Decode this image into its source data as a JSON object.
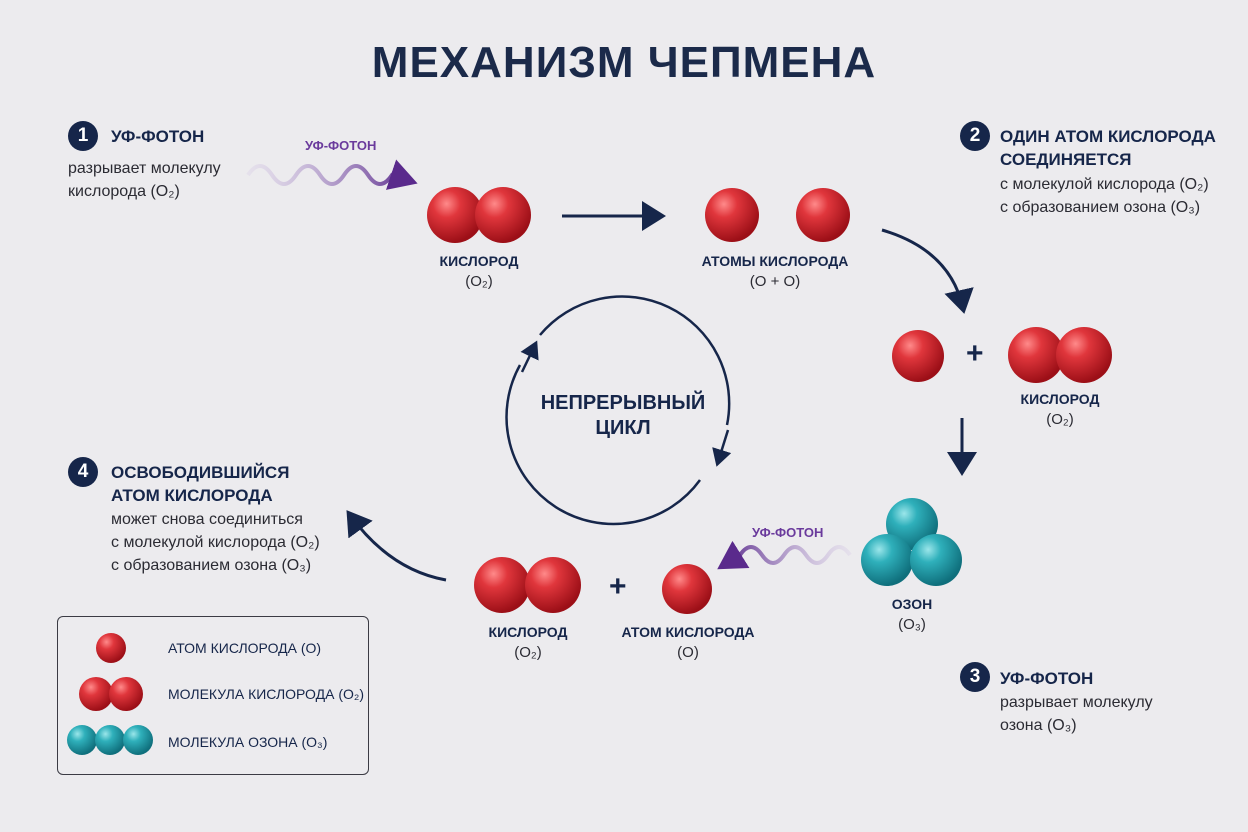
{
  "title": "МЕХАНИЗМ ЧЕПМЕНА",
  "steps": [
    {
      "num": "1",
      "heading": "УФ-ФОТОН",
      "text1": "разрывает молекулу",
      "text2": "кислорода (O₂)"
    },
    {
      "num": "2",
      "heading1": "ОДИН АТОМ КИСЛОРОДА",
      "heading2": "СОЕДИНЯЕТСЯ",
      "text1": "с молекулой кислорода (O₂)",
      "text2": "с образованием озона (O₃)"
    },
    {
      "num": "3",
      "heading": "УФ-ФОТОН",
      "text1": "разрывает молекулу",
      "text2": "озона (O₃)"
    },
    {
      "num": "4",
      "heading1": "ОСВОБОДИВШИЙСЯ",
      "heading2": "АТОМ КИСЛОРОДА",
      "text1": "может снова соединиться",
      "text2": "с молекулой кислорода (O₂)",
      "text3": "с образованием озона (O₃)"
    }
  ],
  "photon_label": "УФ-ФОТОН",
  "molecules": {
    "o2_top": {
      "name": "КИСЛОРОД",
      "formula": "(O₂)"
    },
    "atoms_top": {
      "name": "АТОМЫ КИСЛОРОДА",
      "formula": "(O + O)"
    },
    "o2_right": {
      "name": "КИСЛОРОД",
      "formula": "(O₂)"
    },
    "ozone": {
      "name": "ОЗОН",
      "formula": "(O₃)"
    },
    "o2_bottom": {
      "name": "КИСЛОРОД",
      "formula": "(O₂)"
    },
    "atom_bottom": {
      "name": "АТОМ КИСЛОРОДА",
      "formula": "(O)"
    }
  },
  "plus": "+",
  "cycle": {
    "line1": "НЕПРЕРЫВНЫЙ",
    "line2": "ЦИКЛ"
  },
  "legend": {
    "atom": "АТОМ КИСЛОРОДА (O)",
    "o2": "МОЛЕКУЛА КИСЛОРОДА (O₂)",
    "o3": "МОЛЕКУЛА ОЗОНА (O₃)"
  },
  "colors": {
    "oxygen": "#d8262e",
    "ozone": "#2aa7b3",
    "navy": "#16264a",
    "photon": "#6a3a9c"
  }
}
